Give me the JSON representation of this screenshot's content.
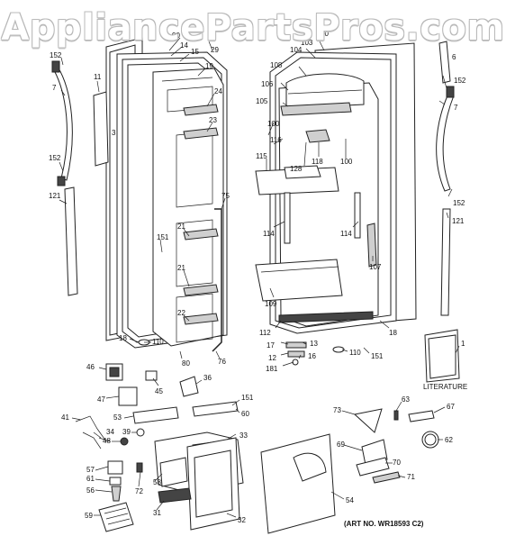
{
  "watermark": "AppliancePartsPros.com",
  "literature_label": "LITERATURE",
  "art_number": "(ART NO. WR18593 C2)",
  "labels": {
    "l152a": "152",
    "l7a": "7",
    "l11": "11",
    "l3": "3",
    "l152b": "152",
    "l121a": "121",
    "l90": "90",
    "l14": "14",
    "l15": "15",
    "l29": "29",
    "l19": "19",
    "l24": "24",
    "l23": "23",
    "l75": "75",
    "l21a": "21",
    "l151a": "151",
    "l21b": "21",
    "l22": "22",
    "l18a": "18",
    "l110a": "110",
    "l80": "80",
    "l76": "76",
    "l10": "10",
    "l103": "103",
    "l104": "104",
    "l6": "6",
    "l108": "108",
    "l106": "106",
    "l105": "105",
    "l100a": "100",
    "l116": "116",
    "l128": "128",
    "l118": "118",
    "l100b": "100",
    "l115": "115",
    "l114a": "114",
    "l114b": "114",
    "l107": "107",
    "l109": "109",
    "l112": "112",
    "l18b": "18",
    "l152c": "152",
    "l7b": "7",
    "l152d": "152",
    "l121b": "121",
    "l17": "17",
    "l13": "13",
    "l12": "12",
    "l16": "16",
    "l181": "181",
    "l110b": "110",
    "l151b": "151",
    "l1": "1",
    "l46": "46",
    "l45": "45",
    "l36": "36",
    "l47": "47",
    "l151c": "151",
    "l53": "53",
    "l60": "60",
    "l41": "41",
    "l39": "39",
    "l34": "34",
    "l33": "33",
    "l48": "48",
    "l57": "57",
    "l61": "61",
    "l58": "58",
    "l72": "72",
    "l56": "56",
    "l31": "31",
    "l59": "59",
    "l32": "32",
    "l54": "54",
    "l73": "73",
    "l63": "63",
    "l67": "67",
    "l62": "62",
    "l69": "69",
    "l70": "70",
    "l71": "71"
  }
}
